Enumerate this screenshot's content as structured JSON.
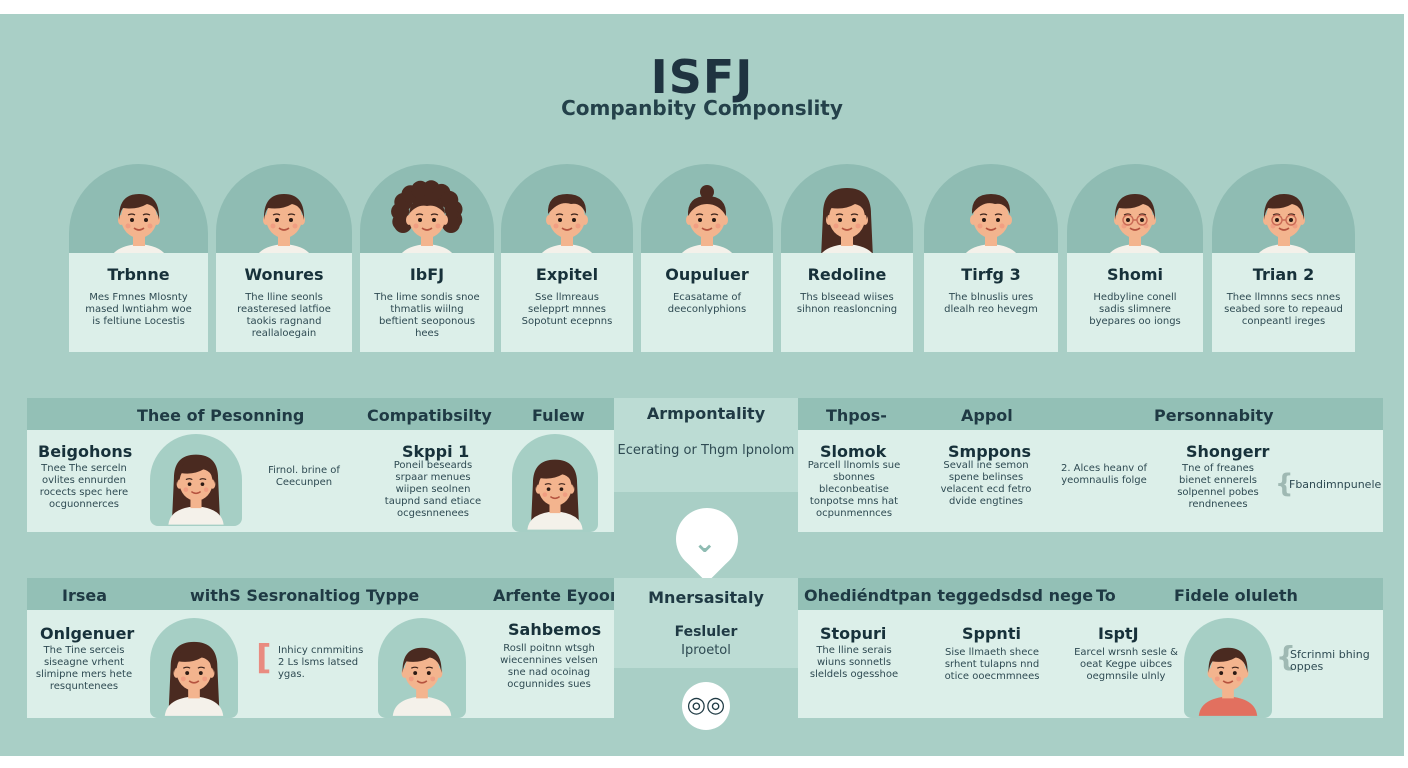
{
  "header": {
    "title": "ISFJ",
    "subtitle": "Companbity Componslity"
  },
  "colors": {
    "background": "#a9cfc6",
    "panel": "#dcefe9",
    "header_band": "#93c0b6",
    "skin": "#f3b48e",
    "hair": "#4a2a20",
    "accent_red": "#e98b80"
  },
  "cards": [
    {
      "name": "Trbnne",
      "desc": "Mes Fmnes Mlosnty mased lwntiahm woe is feltiune Locestis"
    },
    {
      "name": "Wonures",
      "desc": "The lline seonls reasteresed latfioe taokis ragnand reallaloegain"
    },
    {
      "name": "IbFJ",
      "desc": "The lime sondis snoe thmatlis wiilng beftient seoponous hees"
    },
    {
      "name": "Expitel",
      "desc": "Sse llmreaus selepprt mnnes Sopotunt ecepnns"
    },
    {
      "name": "Oupuluer",
      "desc": "Ecasatame of deeconlyphions"
    },
    {
      "name": "Redoline",
      "desc": "Ths blseead wiises sihnon reasloncning"
    },
    {
      "name": "Tirfg 3",
      "desc": "The blnuslis ures dlealh reo hevegm"
    },
    {
      "name": "Shomi",
      "desc": "Hedbyline conell sadis slimnere byepares oo iongs"
    },
    {
      "name": "Trian 2",
      "desc": "Thee llmnns secs nnes seabed sore to repeaud conpeantl ireges"
    }
  ],
  "band1": {
    "headers": [
      "Thee of Pesonning",
      "Compatibsilty",
      "Fulew",
      "Thpos-",
      "Appol",
      "Personnabity"
    ],
    "left": {
      "name": "Beigohons",
      "desc": "Tnee The serceln ovlites ennurden rocects spec here ocguonnerces",
      "note": "Firnol. brine of Ceecunpen",
      "name2": "Skppi 1",
      "desc2": "Poneil beseards srpaar menues wiipen seolnen taupnd sand etiace ocgesnnenees"
    },
    "right": {
      "name": "Slomok",
      "desc": "Parcell llnomls sue sbonnes bleconbeatise tonpotse mns hat ocpunmennces",
      "name2": "Smppons",
      "desc2": "Sevall ine semon spene belinses velacent ecd fetro dvide engtines",
      "note": "2. Alces heanv of yeomnaulis folge",
      "name3": "Shongerr",
      "desc3": "Tne of freanes bienet ennerels solpennel pobes rendnenees",
      "side": "Fbandimnpunele"
    }
  },
  "center": {
    "top_title": "Armpontality",
    "top_sub": "Ecerating or Thgm lpnolom",
    "bottom_title": "Mnersasitaly",
    "bottom_name": "Fesluler",
    "bottom_sub": "Iproetol"
  },
  "band2": {
    "headers": [
      "Irsea",
      "withS Sesronaltiog Typpe",
      "Arfente Eyoon",
      "Ohediéndtpan teggedsdsd nege",
      "To",
      "Fidele oluleth"
    ],
    "left": {
      "name": "Onlgenuer",
      "desc": "The Tine serceis siseagne vrhent slimipne mers hete resquntenees",
      "note": "Inhicy cnmmitins 2 Ls lsms latsed ygas.",
      "name2": "Sahbemos",
      "desc2": "Rosll poitnn wtsgh wiecennines velsen sne nad ocoinag ocgunnides sues"
    },
    "right": {
      "name": "Stopuri",
      "desc": "The lline serais wiuns sonnetls sleldels ogesshoe",
      "name2": "Sppnti",
      "desc2": "Sise llmaeth shece srhent tulapns nnd otice ooecmmnees",
      "name3": "IsptJ",
      "desc3": "Earcel wrsnh sesle & oeat Kegpe uibces oegmnsile ulnly",
      "side": "Sfcrinmi bhing oppes"
    }
  }
}
